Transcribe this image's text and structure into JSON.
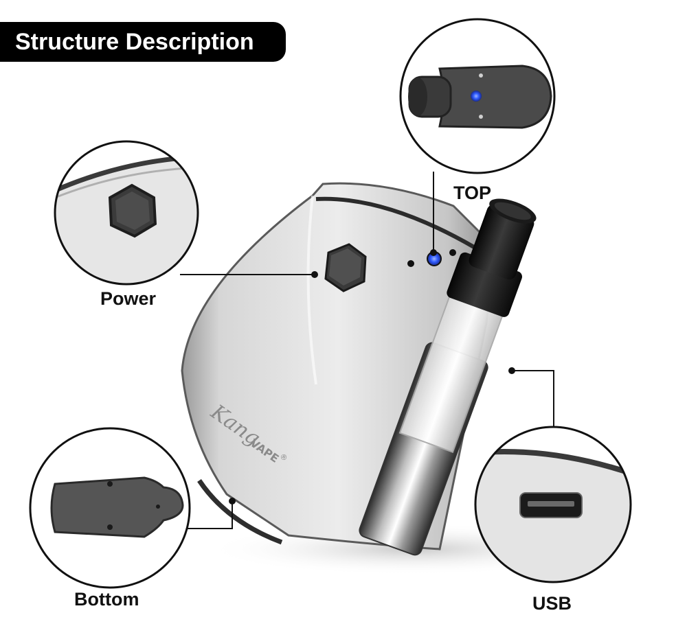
{
  "header": {
    "title": "Structure Description"
  },
  "callouts": {
    "power": {
      "label": "Power"
    },
    "top": {
      "label": "TOP"
    },
    "bottom": {
      "label": "Bottom"
    },
    "usb": {
      "label": "USB"
    }
  },
  "product": {
    "brand": "KangVAPE®"
  },
  "colors": {
    "badge": "#000000",
    "led": "#2f5bff",
    "body_silver": "#d9d9d9",
    "button": "#3a3a3a"
  }
}
